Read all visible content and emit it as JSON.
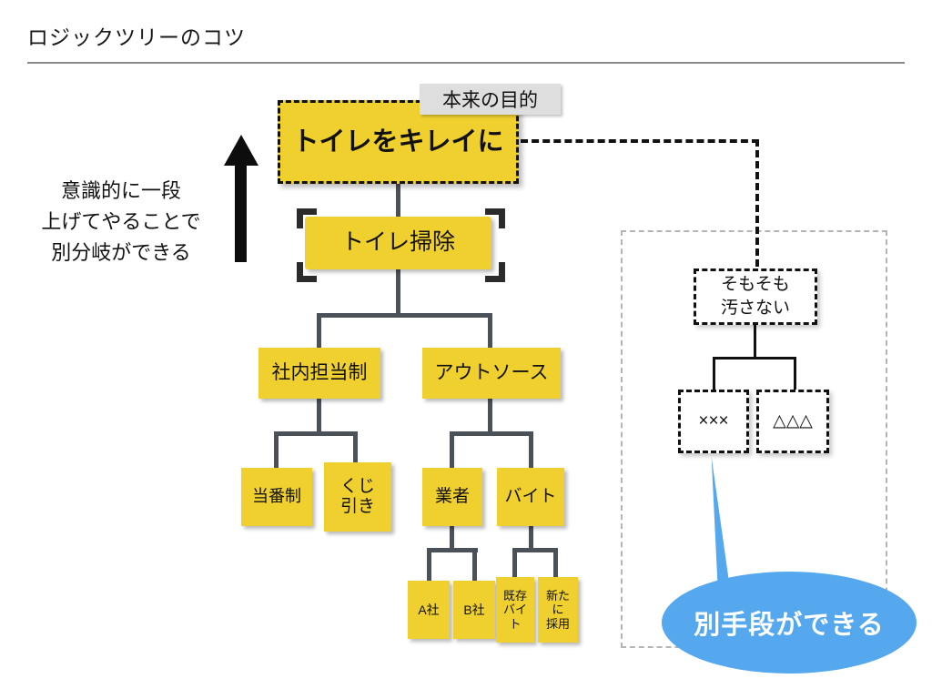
{
  "slide": {
    "title": "ロジックツリーのコツ",
    "background_color": "#FFFFFF",
    "rule_color": "#8A8A8A"
  },
  "palette": {
    "node_yellow": "#EFD02E",
    "label_gray": "#DEDEDE",
    "connector_slate": "#4B5159",
    "dashed_black": "#111111",
    "region_gray": "#B4B4B4",
    "callout_blue": "#55A8EE",
    "callout_text": "#FFFFFF"
  },
  "annotations": {
    "purpose_label": "本来の目的",
    "left_note": "意識的に一段\n上げてやることで\n別分岐ができる",
    "arrow_icon": "up-arrow-icon",
    "callout_text": "別手段ができる"
  },
  "tree": {
    "root": {
      "text": "トイレをキレイに",
      "style": "yellow-dashed-outline"
    },
    "level2": {
      "text": "トイレ掃除",
      "style": "yellow-selected"
    },
    "level3": [
      {
        "text": "社内担当制"
      },
      {
        "text": "アウトソース"
      }
    ],
    "level4": [
      {
        "text": "当番制"
      },
      {
        "text": "くじ\n引き"
      },
      {
        "text": "業者"
      },
      {
        "text": "バイト"
      }
    ],
    "level5": [
      {
        "text": "A社"
      },
      {
        "text": "B社"
      },
      {
        "text": "既存\nバイ\nト"
      },
      {
        "text": "新た\nに\n採用"
      }
    ]
  },
  "alt_branch": {
    "region_label": "alternative-branch-region",
    "head": {
      "text": "そもそも\n汚さない",
      "style": "white-dashed"
    },
    "children": [
      {
        "text": "×××",
        "style": "white-dashed"
      },
      {
        "text": "△△△",
        "style": "white-dashed"
      }
    ]
  }
}
